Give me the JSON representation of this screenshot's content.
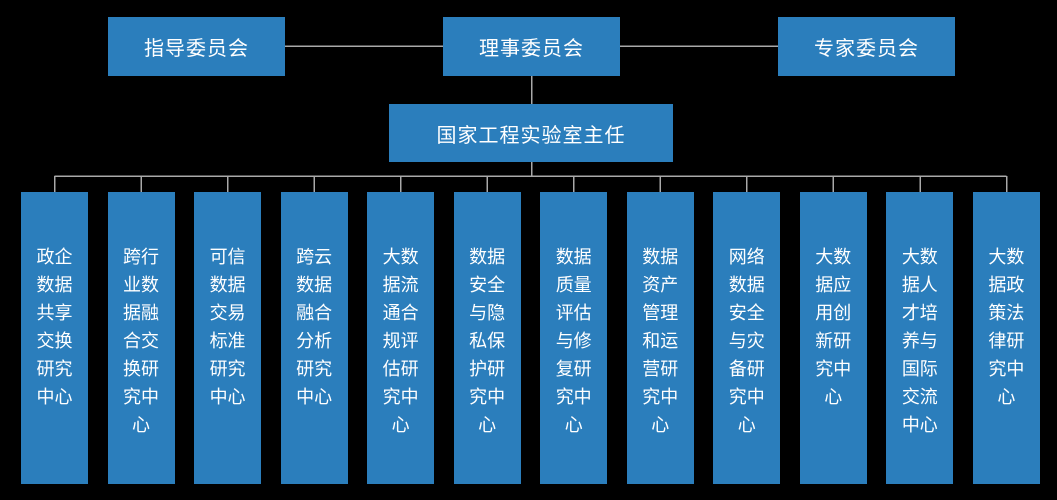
{
  "colors": {
    "background": "#000000",
    "box_fill": "#2b7ebc",
    "box_text": "#ffffff",
    "connector": "#a9a9a9"
  },
  "committees": [
    {
      "label": "指导委员会"
    },
    {
      "label": "理事委员会"
    },
    {
      "label": "专家委员会"
    }
  ],
  "director": {
    "label": "国家工程实验室主任"
  },
  "centers": [
    {
      "label": "政企数据共享交换研究中心"
    },
    {
      "label": "跨行业数据融合交换研究中心"
    },
    {
      "label": "可信数据交易标准研究中心"
    },
    {
      "label": "跨云数据融合分析研究中心"
    },
    {
      "label": "大数据流通合规评估研究中心"
    },
    {
      "label": "数据安全与隐私保护研究中心"
    },
    {
      "label": "数据质量评估与修复研究中心"
    },
    {
      "label": "数据资产管理和运营研究中心"
    },
    {
      "label": "网络数据安全与灾备研究中心"
    },
    {
      "label": "大数据应用创新研究中心"
    },
    {
      "label": "大数据人才培养与国际交流中心"
    },
    {
      "label": "大数据政策法律研究中心"
    }
  ]
}
